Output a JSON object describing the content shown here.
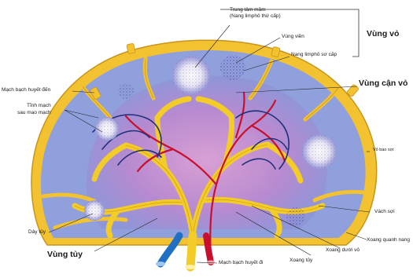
{
  "labels": {
    "germinal_center": "Trung tâm mầm",
    "secondary_lymphoid_nodule": "(Nang limphô thứ cấp)",
    "cortex_region": "Vùng viền",
    "primary_lymphoid_nodule": "Nang limphô sơ cấp",
    "cortex": "Vùng vỏ",
    "paracortex": "Vùng cận vỏ",
    "afferent_lymphatic": "Mạch bạch huyết đến",
    "postcapillary_venule_line1": "Tĩnh mạch",
    "postcapillary_venule_line2": "sau mao mạch",
    "capsule": "Vỏ bao sợi",
    "trabecula": "Vách sợi",
    "medullary_cords": "Dây tủy",
    "trabecular_sinus": "Xoang quanh nang",
    "medulla": "Vùng tủy",
    "subcapsular_sinus": "Xoang dưới vỏ",
    "medullary_sinus": "Xoang tủy",
    "efferent_lymphatic": "Mạch bạch huyết đi"
  },
  "colors": {
    "capsule": "#f2c230",
    "cortex_fill": "#8fa0dc",
    "paracortex_fill": "#c98fcb",
    "artery": "#c8102e",
    "vein": "#1f6fc2",
    "nodule": "#f1f1f6",
    "lymph_vessel": "#f4cc28"
  }
}
